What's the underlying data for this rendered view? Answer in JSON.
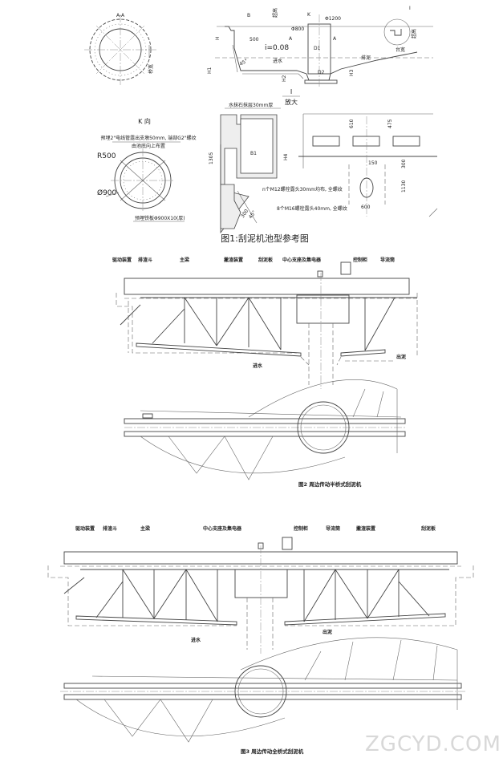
{
  "figure1": {
    "section_aa_label": "A-A",
    "aa_dim": "桥宽",
    "section_dims": {
      "b": "B",
      "top": "超高",
      "k": "K",
      "phi1200": "Φ1200",
      "phi800": "Φ800",
      "a_left": "A",
      "a_right": "A",
      "h": "H",
      "d500": "500",
      "slope": "i=0.08",
      "d1": "D1",
      "d2": "D2",
      "angle": "45°",
      "inlet": "进水",
      "outlet": "排泥",
      "platform": "台宽",
      "h1": "H1",
      "h2": "H2",
      "h3": "H3",
      "detail_ref": "I",
      "rim": "超高"
    },
    "k_view_label": "K 向",
    "k_note1": "预埋2\"电线管露出支墩50mm, 端部G2\"螺纹",
    "k_note2": "由池底向上布置",
    "k_r500": "R500",
    "k_phi900": "Ø900",
    "k_plate": "预埋铁板Φ900X10(厚)",
    "detail_title": "I",
    "detail_subtitle": "放大",
    "detail_plaster": "水抹石抹层30mm厚",
    "detail_dims": {
      "h1": "1305",
      "b1": "B1",
      "h2": "H4",
      "angle": "45°",
      "d": "300"
    },
    "bolt_note1": "n个M12螺栓露头30mm均布, 全螺纹",
    "bolt_note2": "8个M16螺栓露头40mm, 全螺纹",
    "right_dims": {
      "a": "610",
      "b": "475",
      "c": "150",
      "d": "300",
      "e": "1130",
      "f": "600"
    },
    "caption": "图1:刮泥机池型参考图"
  },
  "figure2": {
    "labels": [
      "驱动装置",
      "排渣斗",
      "主梁",
      "撇渣装置",
      "刮泥板",
      "中心支座及集电器",
      "控制柜",
      "导流筒"
    ],
    "inlet": "进水",
    "outlet": "出泥",
    "caption": "图2 周边传动半桥式刮泥机"
  },
  "figure3": {
    "labels": [
      "驱动装置",
      "排渣斗",
      "主梁",
      "中心支座及集电器",
      "控制柜",
      "导流筒",
      "撇渣装置",
      "刮泥板"
    ],
    "inlet": "进水",
    "outlet": "出泥",
    "caption": "图3 周边传动全桥式刮泥机"
  },
  "watermark": "ZGCYD.COM"
}
